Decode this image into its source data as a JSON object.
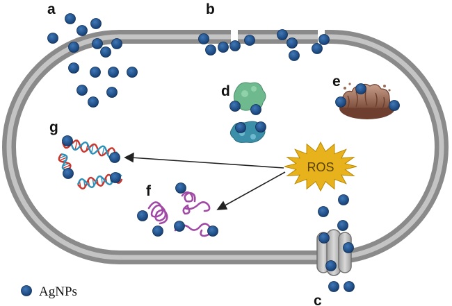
{
  "labels": {
    "a": "a",
    "b": "b",
    "c": "c",
    "d": "d",
    "e": "e",
    "f": "f",
    "g": "g"
  },
  "ros_label": "ROS",
  "legend": {
    "label": "AgNPs"
  },
  "colors": {
    "nanoparticle": "#1d4f8c",
    "membrane_outer": "#8a8a8a",
    "membrane_inner": "#bdbdbd",
    "ros_fill": "#e7b21c",
    "dna_red": "#c8362e",
    "dna_blue": "#2e8fb8",
    "protein_purple": "#a04aa6",
    "mitochondria": "#9a6b55",
    "enzyme_green": "#6fb98f",
    "enzyme_teal": "#3c8fa8",
    "arrow": "#222222"
  }
}
